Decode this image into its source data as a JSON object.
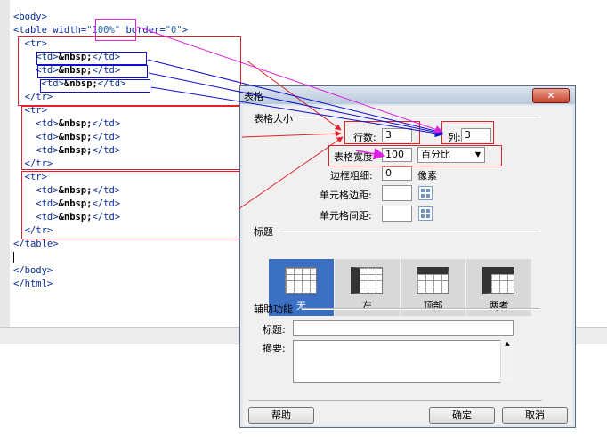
{
  "code": {
    "lines": [
      [
        {
          "t": "<body>"
        }
      ],
      [
        {
          "t": "<table width="
        },
        {
          "t": "\"100%\"",
          "c": "str"
        },
        {
          "t": " border="
        },
        {
          "t": "\"0\"",
          "c": "str"
        },
        {
          "t": ">"
        }
      ],
      [
        {
          "t": "  <tr>"
        }
      ],
      [
        {
          "t": "    <td>"
        },
        {
          "t": "&nbsp;",
          "c": "ent"
        },
        {
          "t": "</td>"
        }
      ],
      [
        {
          "t": "    <td>"
        },
        {
          "t": "&nbsp;",
          "c": "ent"
        },
        {
          "t": "</td>"
        }
      ],
      [
        {
          "t": "     <td>"
        },
        {
          "t": "&nbsp;",
          "c": "ent"
        },
        {
          "t": "</td>"
        }
      ],
      [
        {
          "t": "  </tr>"
        }
      ],
      [
        {
          "t": "  <tr>"
        }
      ],
      [
        {
          "t": "    <td>"
        },
        {
          "t": "&nbsp;",
          "c": "ent"
        },
        {
          "t": "</td>"
        }
      ],
      [
        {
          "t": "    <td>"
        },
        {
          "t": "&nbsp;",
          "c": "ent"
        },
        {
          "t": "</td>"
        }
      ],
      [
        {
          "t": "    <td>"
        },
        {
          "t": "&nbsp;",
          "c": "ent"
        },
        {
          "t": "</td>"
        }
      ],
      [
        {
          "t": "  </tr>"
        }
      ],
      [
        {
          "t": "  <tr>"
        }
      ],
      [
        {
          "t": "    <td>"
        },
        {
          "t": "&nbsp;",
          "c": "ent"
        },
        {
          "t": "</td>"
        }
      ],
      [
        {
          "t": "    <td>"
        },
        {
          "t": "&nbsp;",
          "c": "ent"
        },
        {
          "t": "</td>"
        }
      ],
      [
        {
          "t": "    <td>"
        },
        {
          "t": "&nbsp;",
          "c": "ent"
        },
        {
          "t": "</td>"
        }
      ],
      [
        {
          "t": "  </tr>"
        }
      ],
      [
        {
          "t": "</table>"
        }
      ],
      [],
      [
        {
          "t": "</body>"
        }
      ],
      [
        {
          "t": "</html>"
        }
      ]
    ],
    "caret_line": 18
  },
  "dialog": {
    "title": "表格",
    "close_glyph": "✕",
    "size_section": "表格大小",
    "rows_label": "行数:",
    "rows_value": "3",
    "cols_label": "列:",
    "cols_value": "3",
    "width_label": "表格宽度",
    "width_value": "100",
    "width_unit": "百分比",
    "border_label": "边框粗细:",
    "border_value": "0",
    "border_unit": "像素",
    "padding_label": "单元格边距:",
    "padding_value": "",
    "spacing_label": "单元格间距:",
    "spacing_value": "",
    "header_section": "标题",
    "header_options": [
      "无",
      "左",
      "顶部",
      "两者"
    ],
    "header_selected": 0,
    "accessibility_section": "辅助功能",
    "caption_label": "标题:",
    "caption_value": "",
    "summary_label": "摘要:",
    "summary_value": "",
    "help_button": "帮助",
    "ok_button": "确定",
    "cancel_button": "取消"
  },
  "colors": {
    "annotation_red": "#e0202a",
    "annotation_blue": "#1010cc",
    "annotation_magenta": "#e020e0",
    "selected_header": "#3a6fc2"
  }
}
